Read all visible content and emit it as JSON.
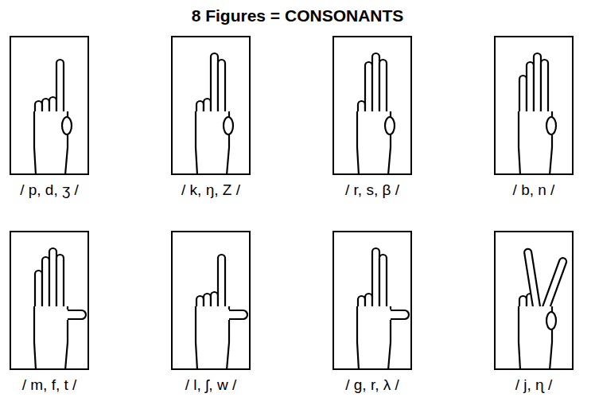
{
  "diagram": {
    "title": "8 Figures = CONSONANTS",
    "nodes": [
      {
        "text": [
          "/ p, d, ʒ /"
        ]
      },
      {
        "text": [
          "/ k, ŋ, Z /"
        ]
      },
      {
        "text": [
          "/ r, s, β /"
        ]
      },
      {
        "text": [
          "/ b, n /"
        ]
      },
      {
        "text": [
          "/ m, f, t /"
        ]
      },
      {
        "text": [
          "/ l, ʃ, w /"
        ]
      },
      {
        "text": [
          "/ g, r, λ /"
        ]
      },
      {
        "text": [
          "/ j, ɳ /"
        ]
      }
    ]
  }
}
